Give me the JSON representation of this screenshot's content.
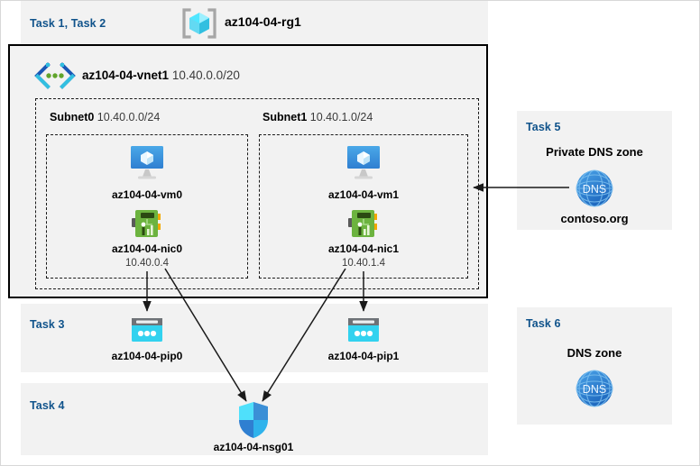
{
  "resource_group": {
    "task_label": "Task 1, Task 2",
    "name": "az104-04-rg1",
    "icon": "resource-group-icon"
  },
  "vnet": {
    "name": "az104-04-vnet1",
    "cidr": "10.40.0.0/20",
    "icon": "virtual-network-icon"
  },
  "subnets": [
    {
      "name": "Subnet0",
      "cidr": "10.40.0.0/24",
      "vm": {
        "name": "az104-04-vm0",
        "icon": "virtual-machine-icon"
      },
      "nic": {
        "name": "az104-04-nic0",
        "ip": "10.40.0.4",
        "icon": "network-interface-icon"
      }
    },
    {
      "name": "Subnet1",
      "cidr": "10.40.1.0/24",
      "vm": {
        "name": "az104-04-vm1",
        "icon": "virtual-machine-icon"
      },
      "nic": {
        "name": "az104-04-nic1",
        "ip": "10.40.1.4",
        "icon": "network-interface-icon"
      }
    }
  ],
  "task3": {
    "task_label": "Task 3",
    "public_ips": [
      {
        "name": "az104-04-pip0",
        "icon": "public-ip-address-icon"
      },
      {
        "name": "az104-04-pip1",
        "icon": "public-ip-address-icon"
      }
    ]
  },
  "task4": {
    "task_label": "Task 4",
    "nsg": {
      "name": "az104-04-nsg01",
      "icon": "network-security-group-icon"
    }
  },
  "task5": {
    "task_label": "Task 5",
    "title": "Private DNS zone",
    "zone_name": "contoso.org",
    "icon": "dns-zone-icon",
    "icon_text": "DNS"
  },
  "task6": {
    "task_label": "Task 6",
    "title": "DNS zone",
    "icon": "dns-zone-icon",
    "icon_text": "DNS"
  },
  "colors": {
    "task_label": "#10538b",
    "panel_bg": "#f2f2f2",
    "page_bg": "#ffffff",
    "dashed_border": "#1a1a1a",
    "nic_green": "#6cb33f",
    "pip_cyan": "#32d2ef",
    "vm_blue": "#3b96e3",
    "dns_blue": "#2f7fd1",
    "nsg_blue": "#2fc5f5",
    "rg_cube": "#7fe2f5",
    "arrow": "#1a1a1a"
  }
}
